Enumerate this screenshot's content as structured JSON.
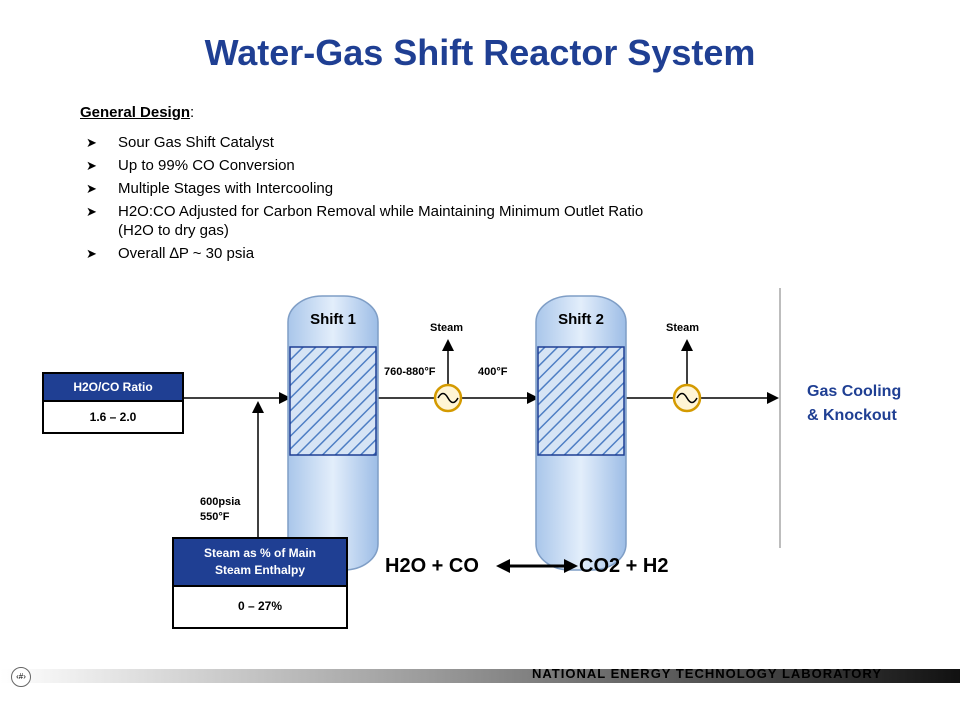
{
  "title": "Water-Gas Shift Reactor System",
  "general_design": {
    "heading": "General Design",
    "colon": ":"
  },
  "bullets": [
    "Sour Gas Shift Catalyst",
    "Up to 99% CO Conversion",
    "Multiple Stages with Intercooling",
    "H2O:CO Adjusted for Carbon Removal while Maintaining Minimum Outlet Ratio",
    "(H2O to dry gas)",
    "Overall ∆P ~ 30 psia"
  ],
  "reactors": {
    "shift1": "Shift 1",
    "shift2": "Shift 2"
  },
  "labels": {
    "steam1": "Steam",
    "steam2": "Steam",
    "temp_hot": "760-880°F",
    "temp_cool": "400°F",
    "pressure": "600psia",
    "inlet_temp": "550°F"
  },
  "ratio_box": {
    "header": "H2O/CO Ratio",
    "value": "1.6 – 2.0"
  },
  "steam_box": {
    "header_line1": "Steam as % of Main",
    "header_line2": "Steam Enthalpy",
    "value": "0 – 27%"
  },
  "gas_cooling": {
    "line1": "Gas Cooling",
    "line2": "& Knockout"
  },
  "equation": {
    "lhs": "H2O + CO",
    "rhs": "CO2 + H2"
  },
  "footer": {
    "org": "NATIONAL ENERGY TECHNOLOGY LABORATORY",
    "slide_number": "‹#›"
  },
  "colors": {
    "title": "#1f3f93",
    "box_header": "#1f3f93",
    "vessel": "#c8dcf2",
    "hatch": "#4f7fc4"
  }
}
